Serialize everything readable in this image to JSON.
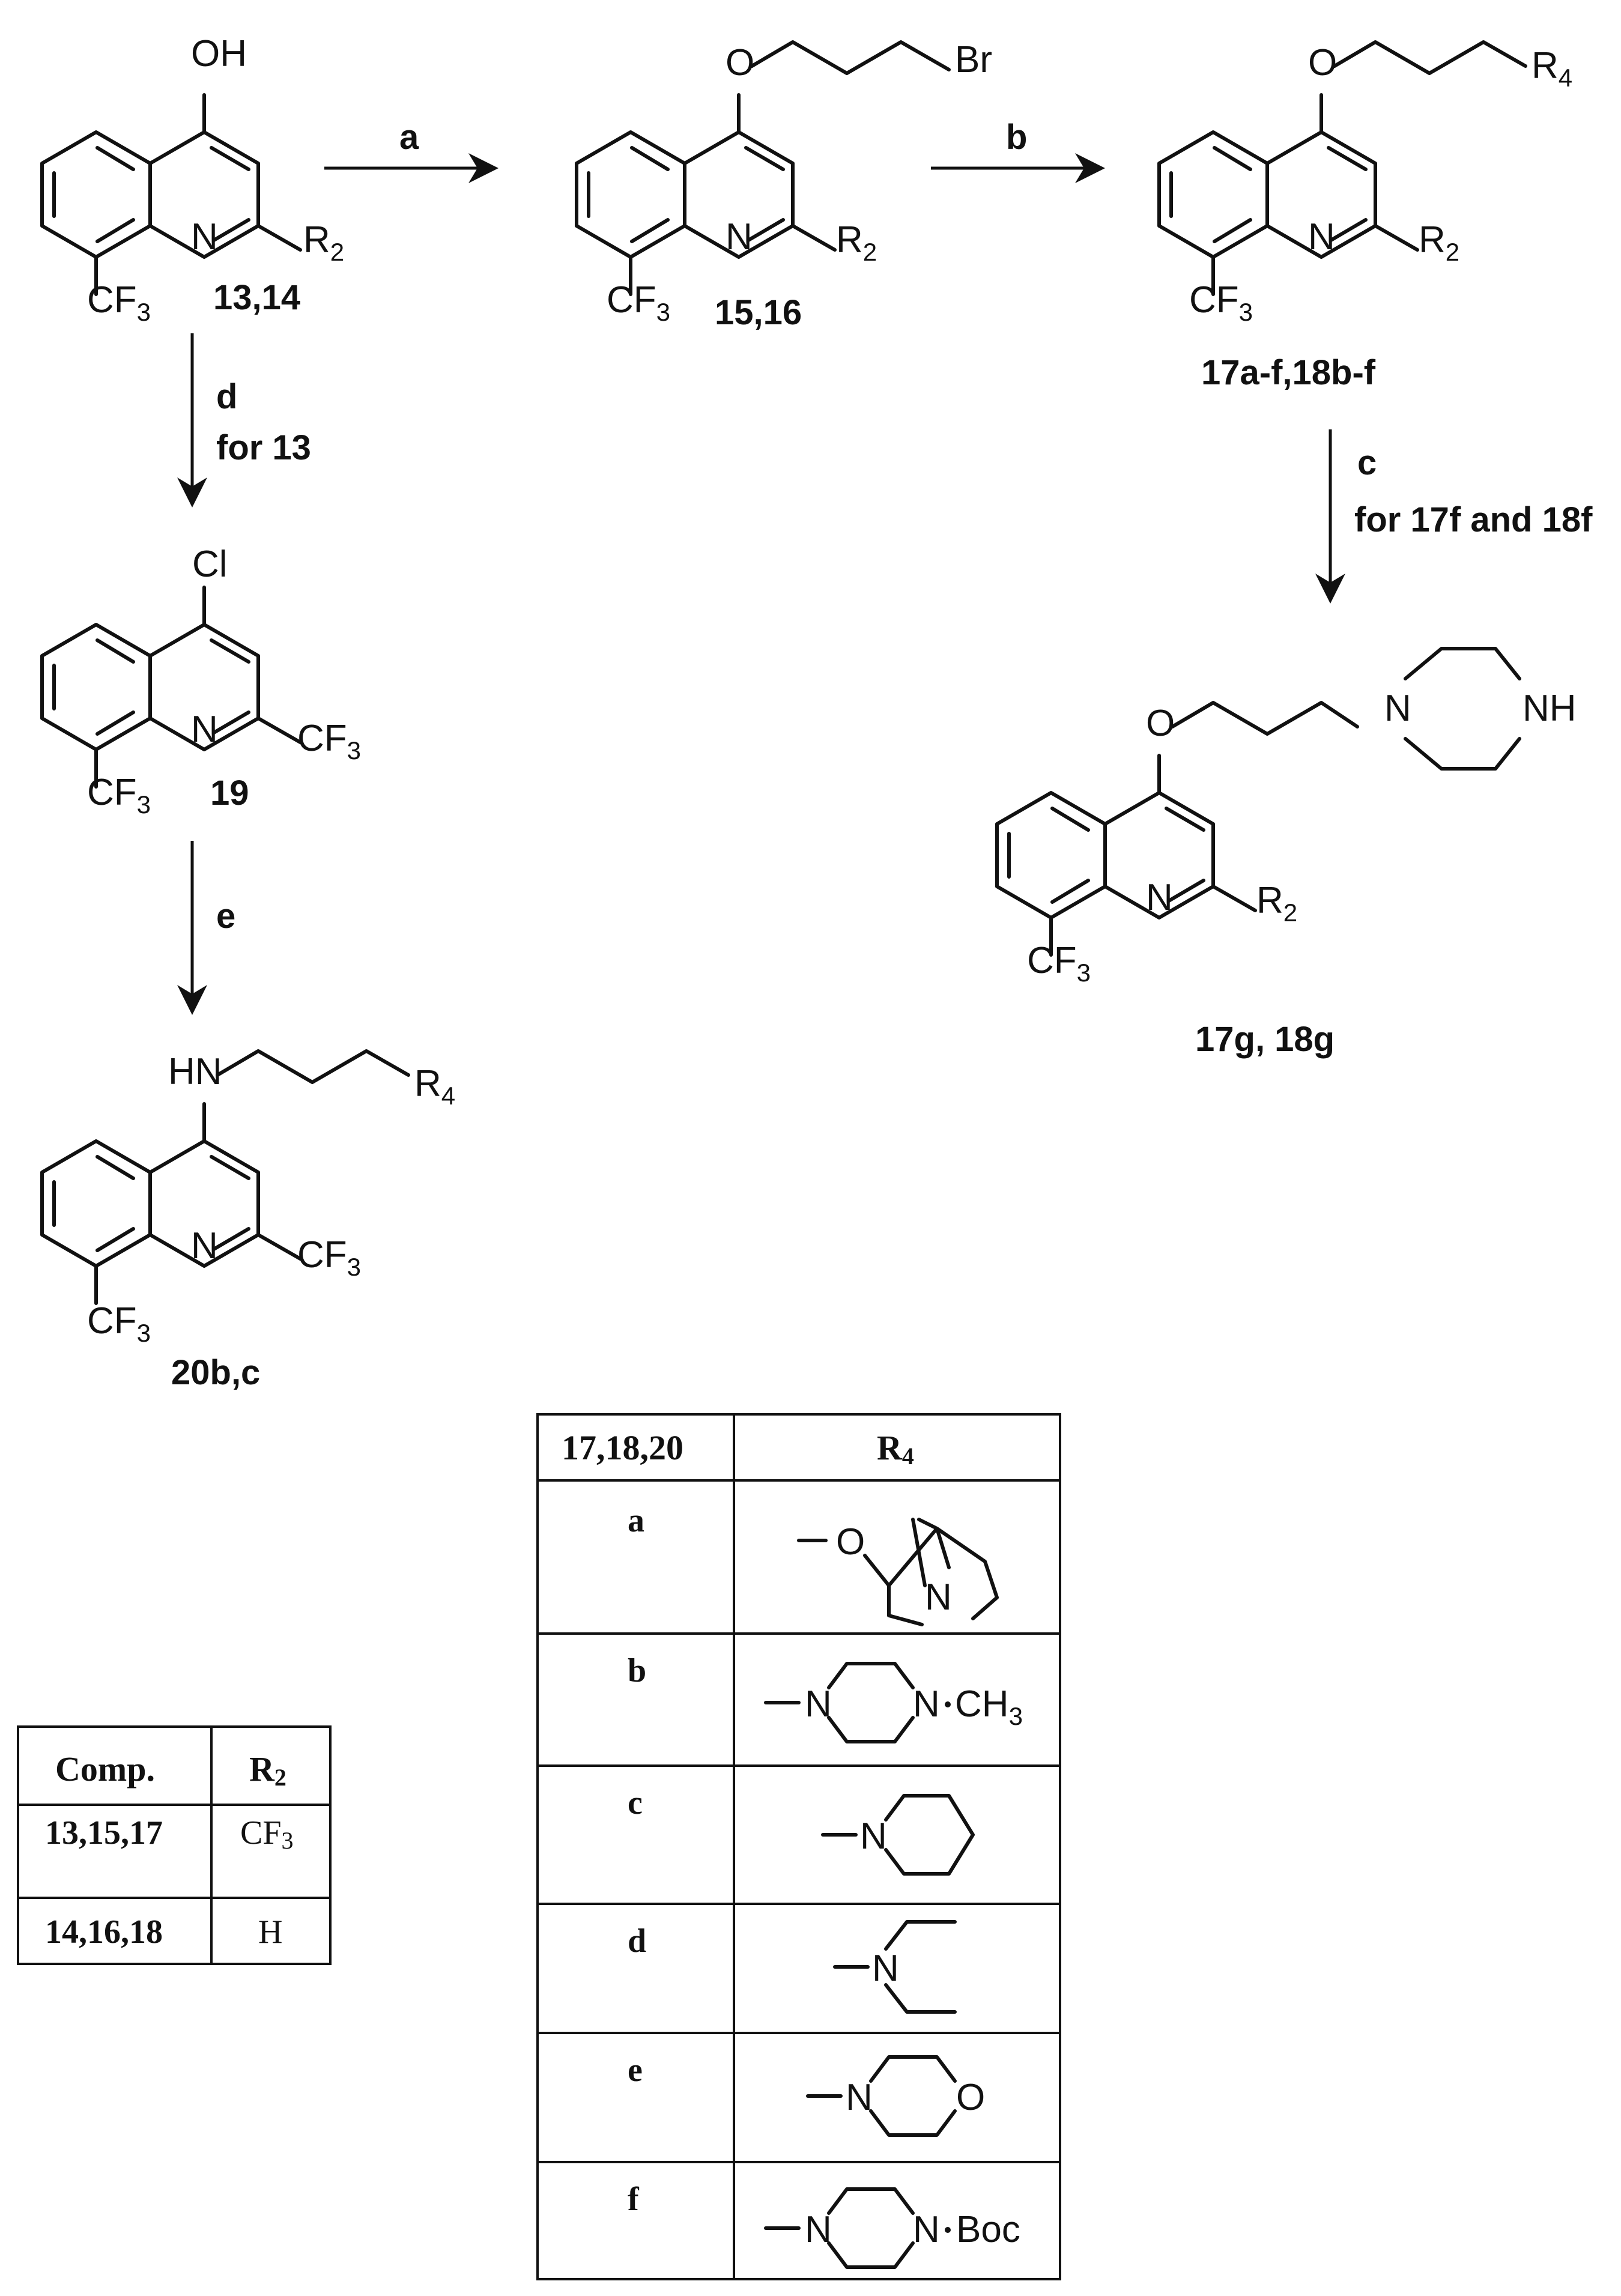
{
  "compounds": {
    "c1": {
      "id": "13,14",
      "top": "OH",
      "n": "N",
      "sub2": "R",
      "sub2_sub": "2",
      "cf3": "CF",
      "cf3_sub": "3"
    },
    "c2": {
      "id": "15,16",
      "top": "O",
      "br": "Br",
      "n": "N",
      "sub2": "R",
      "sub2_sub": "2",
      "cf3": "CF",
      "cf3_sub": "3"
    },
    "c3": {
      "id": "17a-f,18b-f",
      "top": "O",
      "r4": "R",
      "r4_sub": "4",
      "n": "N",
      "sub2": "R",
      "sub2_sub": "2",
      "cf3": "CF",
      "cf3_sub": "3"
    },
    "c4": {
      "id": "19",
      "top": "Cl",
      "n": "N",
      "sub2": "CF",
      "sub2_sub": "3",
      "cf3": "CF",
      "cf3_sub": "3"
    },
    "c5": {
      "id": "17g, 18g",
      "top": "O",
      "pn": "N",
      "nh": "NH",
      "n": "N",
      "sub2": "R",
      "sub2_sub": "2",
      "cf3": "CF",
      "cf3_sub": "3"
    },
    "c6": {
      "id": "20b,c",
      "top": "HN",
      "r4": "R",
      "r4_sub": "4",
      "n": "N",
      "sub2": "CF",
      "sub2_sub": "3",
      "cf3": "CF",
      "cf3_sub": "3"
    }
  },
  "arrows": {
    "a": {
      "label": "a"
    },
    "b": {
      "label": "b"
    },
    "c": {
      "label": "c",
      "condition": "for 17f and 18f"
    },
    "d": {
      "label": "d",
      "condition": "for 13"
    },
    "e": {
      "label": "e"
    }
  },
  "table_r2": {
    "header": [
      "Comp.",
      "R",
      "2"
    ],
    "rows": [
      {
        "comp": "13,15,17",
        "r": "CF",
        "r_sub": "3"
      },
      {
        "comp": "14,16,18",
        "r": "H",
        "r_sub": ""
      }
    ]
  },
  "table_r4": {
    "header": [
      "17,18,20",
      "R",
      "4"
    ],
    "rows": [
      {
        "key": "a",
        "struct_text": [
          "O",
          "N"
        ]
      },
      {
        "key": "b",
        "struct_text": [
          "N",
          "N",
          "CH",
          "3"
        ]
      },
      {
        "key": "c",
        "struct_text": [
          "N"
        ]
      },
      {
        "key": "d",
        "struct_text": [
          "N"
        ]
      },
      {
        "key": "e",
        "struct_text": [
          "N",
          "O"
        ]
      },
      {
        "key": "f",
        "struct_text": [
          "N",
          "N",
          "Boc"
        ]
      }
    ]
  }
}
